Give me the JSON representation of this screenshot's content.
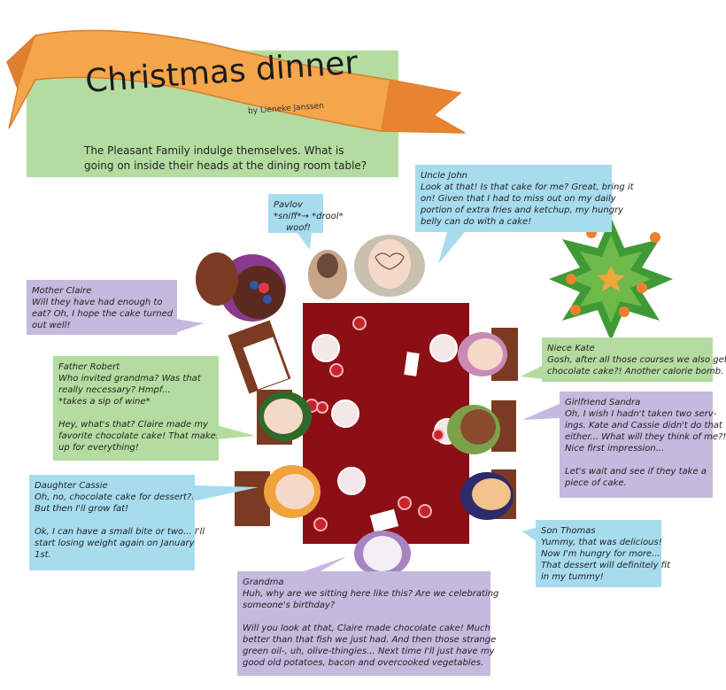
{
  "title": "Christmas dinner",
  "byline": "by Lieneke Janssen",
  "intro": [
    "The Pleasant Family indulge themselves. What is",
    "going on inside their heads at the dining room table?"
  ],
  "bubbles": {
    "pavlov": {
      "who": "Pavlov",
      "lines": [
        "*sniff*→  *drool*",
        "woof!"
      ]
    },
    "uncle_john": {
      "who": "Uncle John",
      "lines": [
        "Look at that! Is that cake for me? Great, bring it",
        "on! Given that I had to miss out on my daily",
        "portion of extra fries and ketchup, my hungry",
        "belly can do with a cake!"
      ]
    },
    "mother_claire": {
      "who": "Mother Claire",
      "lines": [
        "Will they have had enough to",
        "eat? Oh, I hope the cake turned",
        "out well!"
      ]
    },
    "niece_kate": {
      "who": "Niece Kate",
      "lines": [
        "Gosh, after all those courses we also get",
        "chocolate cake?! Another calorie bomb."
      ]
    },
    "father_robert": {
      "who": "Father Robert",
      "lines": [
        "Who invited grandma? Was that",
        "really necessary? Hmpf...",
        "*takes a sip of wine*",
        "",
        "Hey, what's that? Claire made my",
        "favorite chocolate cake! That makes",
        "up for everything!"
      ]
    },
    "girlfriend_sandra": {
      "who": "Girlfriend Sandra",
      "lines": [
        "Oh, I wish I hadn't taken two serv-",
        "ings. Kate and Cassie didn't do that",
        "either... What will they think of me?!",
        "Nice first impression...",
        "",
        "Let's wait and see if they take a",
        "piece of cake."
      ]
    },
    "daughter_cassie": {
      "who": "Daughter Cassie",
      "lines": [
        "Oh, no, chocolate cake for dessert?!",
        "But then I'll grow fat!",
        "",
        "Ok, I can have a small bite or two... I'll",
        "start losing weight again on January",
        "1st."
      ]
    },
    "son_thomas": {
      "who": "Son Thomas",
      "lines": [
        "Yummy, that was delicious!",
        "Now I'm hungry for more...",
        "That dessert will definitely fit",
        "in my tummy!"
      ]
    },
    "grandma": {
      "who": "Grandma",
      "lines": [
        "Huh, why are we sitting here like this? Are we celebrating",
        "someone's birthday?",
        "",
        "Will you look at that, Claire made chocolate cake!  Much",
        "better than that fish we just had. And then those strange",
        "green oil-, uh, olive-thingies... Next time I'll just have my",
        "good old potatoes, bacon and overcooked vegetables."
      ]
    }
  },
  "colors": {
    "blue": "#a7dcef",
    "green": "#b4dca0",
    "purple": "#c5b9de",
    "banner": "#f5a54a",
    "table": "#8c0f16"
  }
}
